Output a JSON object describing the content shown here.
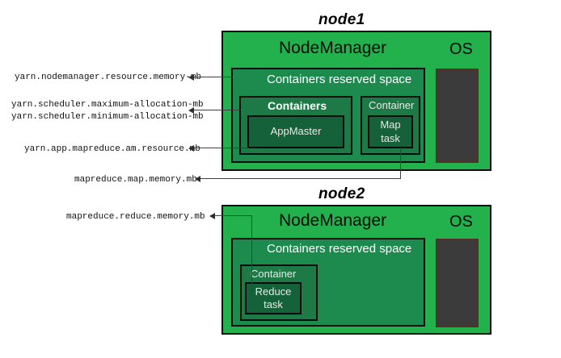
{
  "diagram": {
    "title_node1": "node1",
    "title_node2": "node2",
    "nodemanager_label": "NodeManager",
    "os_label": "OS",
    "reserved_space_label": "Containers reserved space",
    "containers_label": "Containers",
    "container_label": "Container",
    "appmaster_label": "AppMaster",
    "map_task_label": "Map\ntask",
    "map_task_line1": "Map",
    "map_task_line2": "task",
    "reduce_task_line1": "Reduce",
    "reduce_task_line2": "task"
  },
  "annotations": [
    {
      "text": "yarn.nodemanager.resource.memory-mb"
    },
    {
      "text": "yarn.scheduler.maximum-allocation-mb"
    },
    {
      "text": "yarn.scheduler.minimum-allocation-mb"
    },
    {
      "text": "yarn.app.mapreduce.am.resource.mb"
    },
    {
      "text": "mapreduce.map.memory.mb"
    },
    {
      "text": "mapreduce.reduce.memory.mb"
    }
  ],
  "colors": {
    "node_green": "#22b14c",
    "reserved_green": "#1e8b4e",
    "containers_green": "#1d7a47",
    "task_green": "#15613a",
    "os_gray": "#3b3b3b",
    "border_black": "#0d0d0d",
    "connector_gray": "#3f3f3f",
    "text_white": "#ffffff",
    "text_black": "#000000"
  }
}
